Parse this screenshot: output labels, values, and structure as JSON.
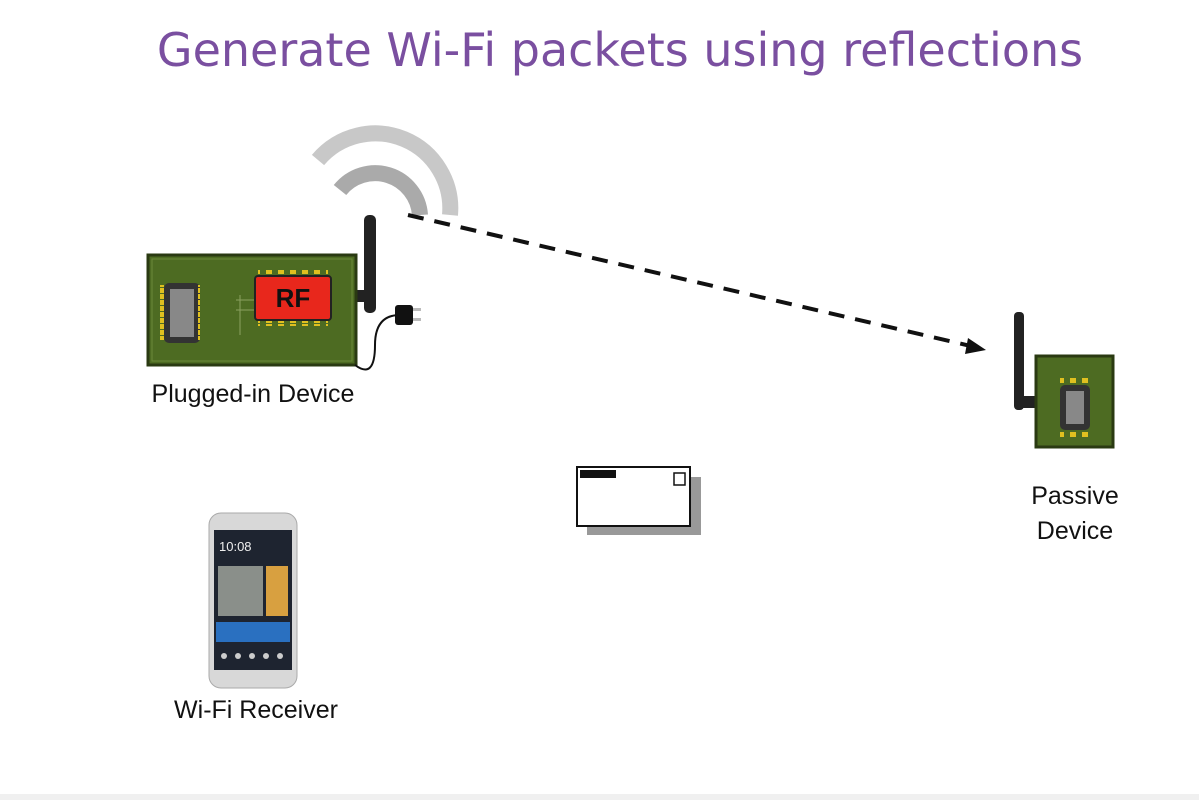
{
  "slide": {
    "title": "Generate Wi-Fi packets using reflections",
    "plugged_device": {
      "label": "Plugged-in Device",
      "chip_label": "RF"
    },
    "passive_device": {
      "label_line1": "Passive",
      "label_line2": "Device"
    },
    "receiver": {
      "label": "Wi-Fi Receiver",
      "clock": "10:08"
    },
    "colors": {
      "title": "#7a4fa0",
      "board": "#4d6b22",
      "rf_chip": "#e8271c",
      "pins": "#e0c020"
    }
  }
}
